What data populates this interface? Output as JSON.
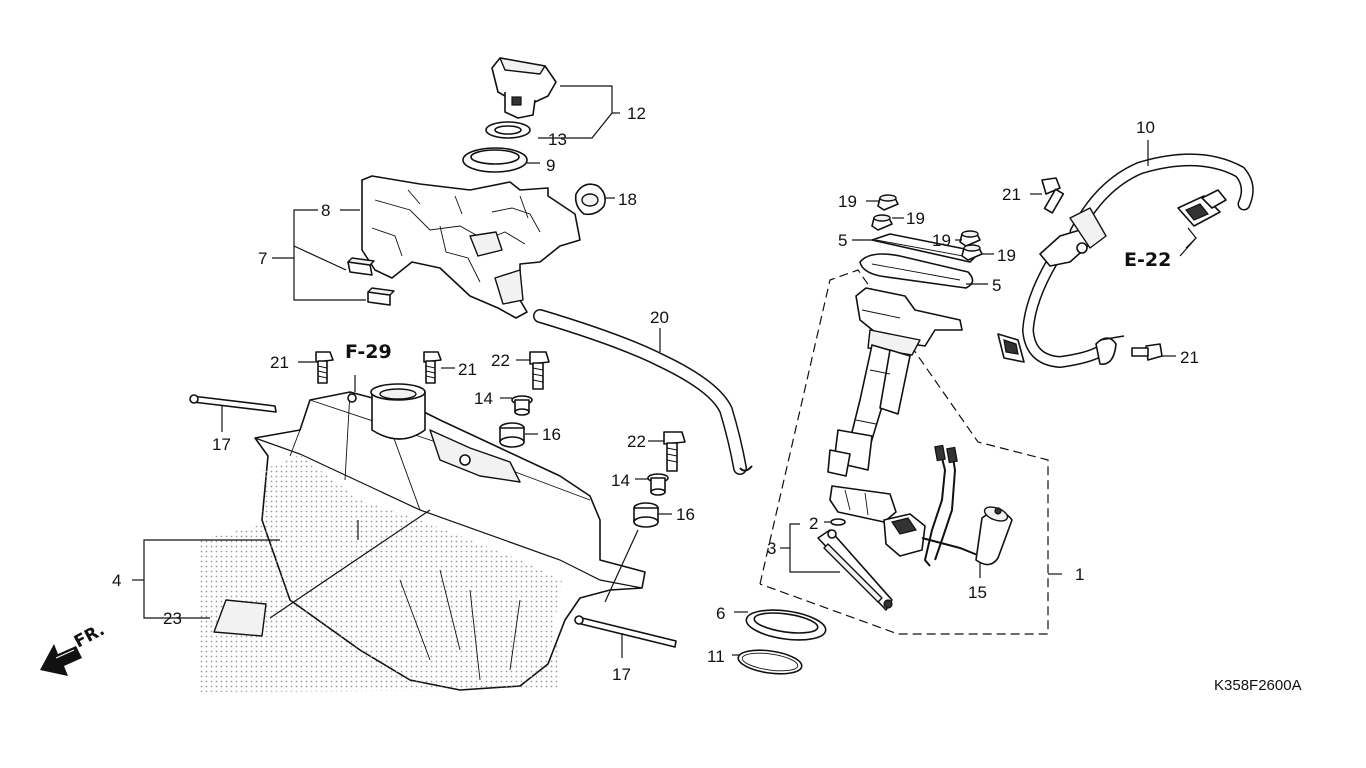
{
  "diagram_code": "K358F2600A",
  "front_label": "FR.",
  "refs": {
    "f29": "F-29",
    "e22": "E-22"
  },
  "callouts": {
    "c1": "1",
    "c2": "2",
    "c3": "3",
    "c4": "4",
    "c5a": "5",
    "c5b": "5",
    "c6": "6",
    "c7": "7",
    "c8": "8",
    "c9": "9",
    "c10": "10",
    "c11": "11",
    "c12": "12",
    "c13": "13",
    "c14a": "14",
    "c14b": "14",
    "c15": "15",
    "c16a": "16",
    "c16b": "16",
    "c17a": "17",
    "c17b": "17",
    "c18": "18",
    "c19a": "19",
    "c19b": "19",
    "c19c": "19",
    "c19d": "19",
    "c20": "20",
    "c21a": "21",
    "c21b": "21",
    "c21c": "21",
    "c21d": "21",
    "c22a": "22",
    "c22b": "22",
    "c23": "23"
  }
}
